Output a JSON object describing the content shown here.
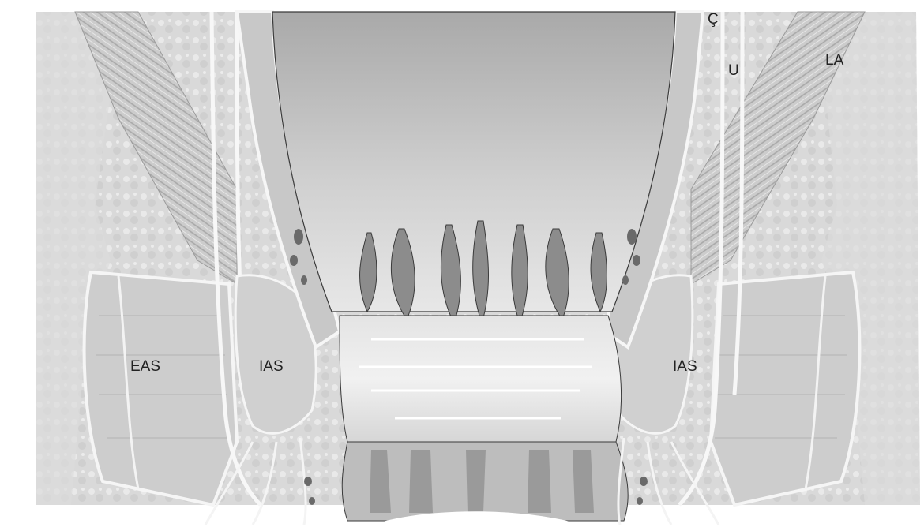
{
  "figure": {
    "labels": {
      "c_label": "Ç",
      "u_label": "U",
      "la_label": "LA",
      "eas_label": "EAS",
      "ias_left_label": "IAS",
      "ias_right_label": "IAS"
    },
    "colors": {
      "background": "#ffffff",
      "tissue_light": "#e2e2e2",
      "tissue_mid": "#c4c4c4",
      "lumen": "#bdbdbd",
      "lumen_dark": "#9e9e9e",
      "column_dark": "#6f6f6f",
      "white_line": "#f7f7f7",
      "outline": "#3a3a3a"
    }
  }
}
